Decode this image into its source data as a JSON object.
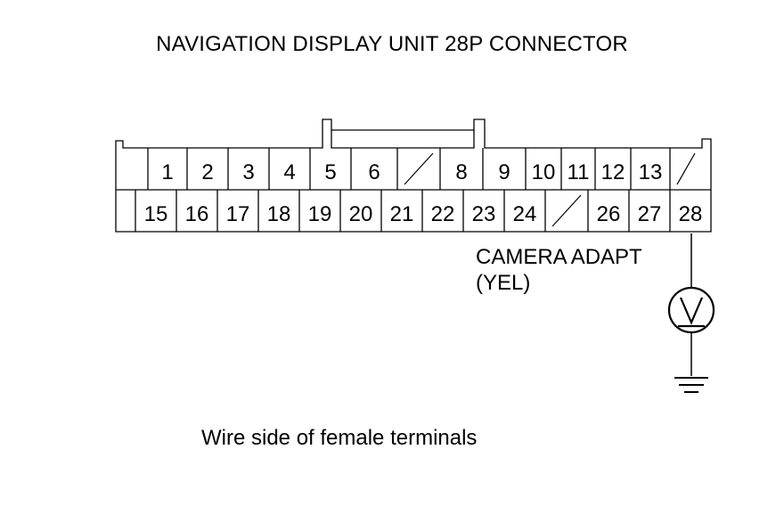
{
  "title": "NAVIGATION DISPLAY UNIT 28P CONNECTOR",
  "caption": "Wire side of female terminals",
  "wire": {
    "line1": "CAMERA ADAPT",
    "line2": "(YEL)"
  },
  "rows": [
    {
      "id": "top",
      "cells": [
        "",
        "1",
        "2",
        "3",
        "4",
        "5",
        "6",
        "/",
        "8",
        "9",
        "10",
        "11",
        "12",
        "13",
        "/",
        ""
      ]
    },
    {
      "id": "bottom",
      "cells": [
        "",
        "15",
        "16",
        "17",
        "18",
        "19",
        "20",
        "21",
        "22",
        "23",
        "24",
        "/",
        "26",
        "27",
        "28"
      ]
    }
  ],
  "measured_terminal": "28",
  "meter_icon": "voltmeter-icon",
  "ground_icon": "ground-icon"
}
